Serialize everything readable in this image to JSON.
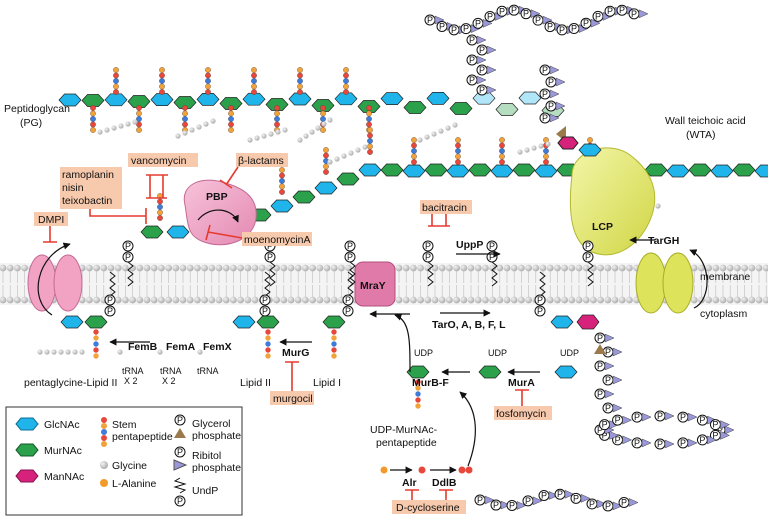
{
  "labels": {
    "peptidoglycan": [
      "Peptidoglycan",
      "(PG)"
    ],
    "wta": [
      "Wall teichoic acid",
      "(WTA)"
    ],
    "membrane": "membrane",
    "cytoplasm": "cytoplasm",
    "pbp": "PBP",
    "lcp": "LCP",
    "targh": "TarGH",
    "mray": "MraY",
    "uppp": "UppP",
    "murg": "MurG",
    "murbf": "MurB-F",
    "mura": "MurA",
    "alr": "Alr",
    "ddlb": "DdlB",
    "femb": "FemB",
    "fema": "FemA",
    "femx": "FemX",
    "trna_x2_a": [
      "tRNA",
      "X 2"
    ],
    "trna_x2_b": [
      "tRNA",
      "X 2"
    ],
    "trna": "tRNA",
    "pentaglycine_lipid_ii": "pentaglycine-Lipid II",
    "lipid_ii": "Lipid II",
    "lipid_i": "Lipid I",
    "udp_murnac": [
      "UDP-MurNAc-",
      "pentapeptide"
    ],
    "tar": "TarO, A, B, F, L",
    "udp": "UDP",
    "p": "P"
  },
  "inhibitors": {
    "vancomycin": "vancomycin",
    "beta_lactams": "β-lactams",
    "ramoplanin": [
      "ramoplanin",
      "nisin",
      "teixobactin"
    ],
    "dmpi": "DMPI",
    "moenomycin": "moenomycinA",
    "bacitracin": "bacitracin",
    "murgocil": "murgocil",
    "fosfomycin": "fosfomycin",
    "dcycloserine": "D-cycloserine"
  },
  "legend": {
    "glcnac": "GlcNAc",
    "murnac": "MurNAc",
    "mannac": "ManNAc",
    "stem": [
      "Stem",
      "pentapeptide"
    ],
    "glycine": "Glycine",
    "lalanine": "L-Alanine",
    "glycerol": [
      "Glycerol",
      "phosphate"
    ],
    "ribitol": [
      "Ribitol",
      "phosphate"
    ],
    "undp": "UndP"
  },
  "colors": {
    "glcnac": "#1fb4ea",
    "murnac": "#2aa14a",
    "mannac": "#d6227a",
    "glycine": "#b5b5b5",
    "lalanine": "#f39a2a",
    "glycerol": "#9a7a4a",
    "ribitol": "#9a98d8",
    "pbp": "#f2a3c4",
    "lcp": "#e4ea6a",
    "inhibitor_box": "#f7c9ad",
    "inhibitor_line": "#e53a2e"
  }
}
